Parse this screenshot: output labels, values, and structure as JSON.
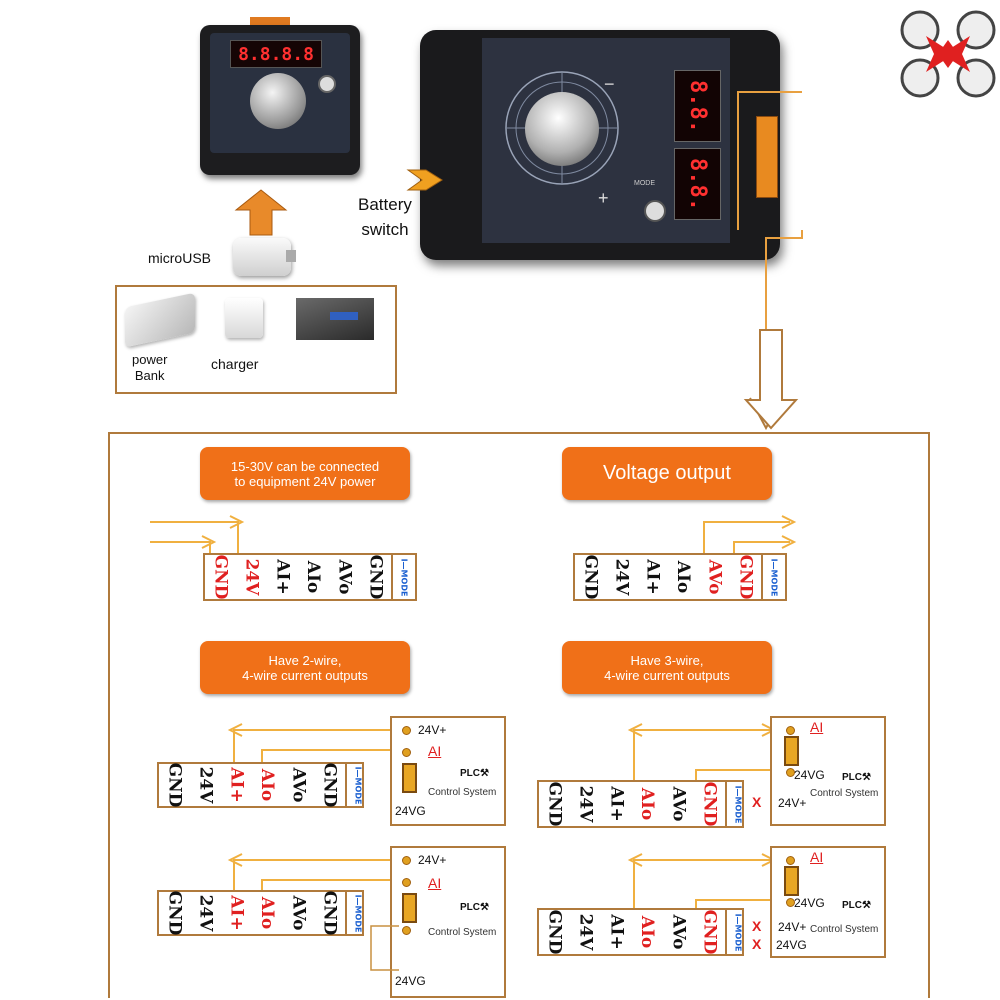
{
  "photos": {
    "handheld_display": "8.8.8.8",
    "main_device": {
      "display_top": "8.8.",
      "display_bottom": "8.8.",
      "dial_minus": "−",
      "dial_plus": "+",
      "mode_label": "MODE"
    }
  },
  "labels": {
    "battery_switch": "Battery\nswitch",
    "microusb": "microUSB",
    "power_bank": "power\nBank",
    "charger": "charger"
  },
  "banners": {
    "power": "15-30V can be connected\nto equipment 24V power",
    "voltage": "Voltage output",
    "two_wire": "Have 2-wire,\n4-wire current outputs",
    "three_wire": "Have 3-wire,\n4-wire current outputs"
  },
  "terminals": {
    "mode_label": "I—MODE",
    "power_block": [
      "GND",
      "24V",
      "AI+",
      "AIo",
      "AVo",
      "GND"
    ],
    "voltage_block": [
      "GND",
      "24V",
      "AI+",
      "AIo",
      "AVo",
      "GND"
    ],
    "two_wire_block_1": [
      "GND",
      "24V",
      "AI+",
      "AIo",
      "AVo",
      "GND"
    ],
    "two_wire_block_2": [
      "GND",
      "24V",
      "AI+",
      "AIo",
      "AVo",
      "GND"
    ],
    "three_wire_block_1": [
      "GND",
      "24V",
      "AI+",
      "AIo",
      "AVo",
      "GND"
    ],
    "three_wire_block_2": [
      "GND",
      "24V",
      "AI+",
      "AIo",
      "AVo",
      "GND"
    ]
  },
  "plc": {
    "v24_plus": "24V+",
    "ai": "AI",
    "v24g": "24VG",
    "plc_label": "PLC⚒",
    "control_system": "Control System",
    "x_mark": "X"
  },
  "colors": {
    "accent": "#f07018",
    "wire": "#f0b040",
    "terminal_border": "#b07a3c",
    "red_text": "#e02020"
  }
}
